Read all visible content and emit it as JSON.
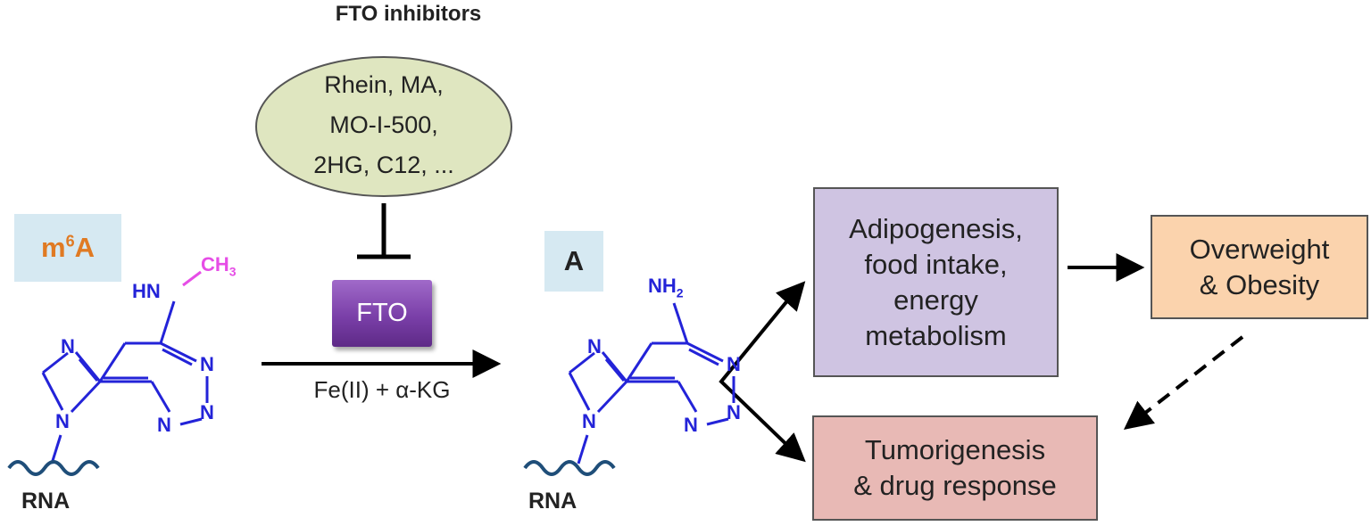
{
  "title": "FTO inhibitors",
  "inhibitors": {
    "lines": [
      "Rhein, MA,",
      "MO-I-500,",
      "2HG, C12, ..."
    ],
    "fill": "#dfe6c0"
  },
  "enzyme": {
    "label": "FTO",
    "color": "#7a3fa8"
  },
  "cofactors": "Fe(II) + α-KG",
  "substrate": {
    "label_base": "m",
    "label_sup": "6",
    "label_tail": "A",
    "label_color": "#e07a23",
    "methyl": "CH",
    "methyl_sub": "3",
    "amine": "HN",
    "rna": "RNA",
    "atoms": [
      "N",
      "N",
      "N",
      "N"
    ],
    "atom_n9": "N"
  },
  "product": {
    "label": "A",
    "amine": "NH",
    "amine_sub": "2",
    "rna": "RNA",
    "atoms": [
      "N",
      "N",
      "N",
      "N"
    ],
    "atom_n9": "N"
  },
  "effects": {
    "adipogenesis": [
      "Adipogenesis,",
      "food intake,",
      "energy",
      "metabolism"
    ],
    "overweight": [
      "Overweight",
      "& Obesity"
    ],
    "tumor": [
      "Tumorigenesis",
      "& drug response"
    ]
  },
  "colors": {
    "structure": "#2323d8",
    "methyl": "#e64de6",
    "rna_squiggle": "#1f4e79",
    "adipo_box": "#cfc4e2",
    "overweight_box": "#fbd3ad",
    "tumor_box": "#e8b9b5",
    "tag_bg": "#d6e9f2"
  }
}
